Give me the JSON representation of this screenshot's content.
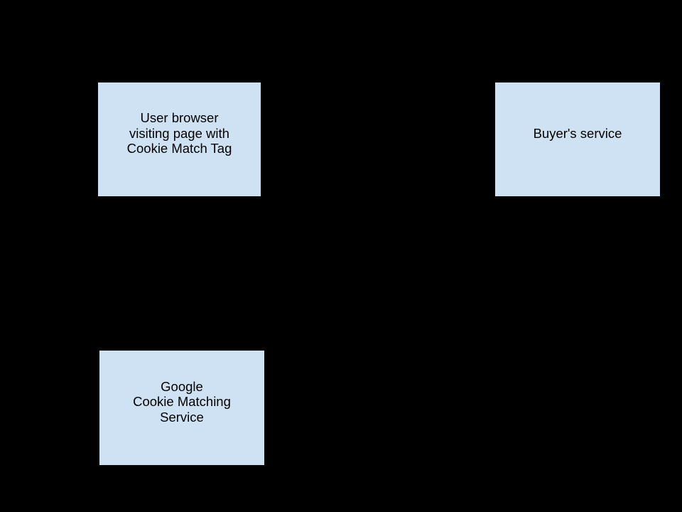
{
  "page": {
    "background": "#000000"
  },
  "diagram": {
    "description_colors": {
      "node_fill": "#cfe2f3",
      "node_border": "#000000",
      "node_text": "#000000"
    },
    "boxes": [
      {
        "id": "user-browser",
        "lines": [
          "User browser",
          "visiting page with",
          "Cookie Match Tag"
        ]
      },
      {
        "id": "buyers-service",
        "lines": [
          "Buyer's service"
        ]
      },
      {
        "id": "google-cookie-matching-service",
        "lines": [
          "Google",
          "Cookie Matching",
          "Service"
        ]
      }
    ]
  }
}
